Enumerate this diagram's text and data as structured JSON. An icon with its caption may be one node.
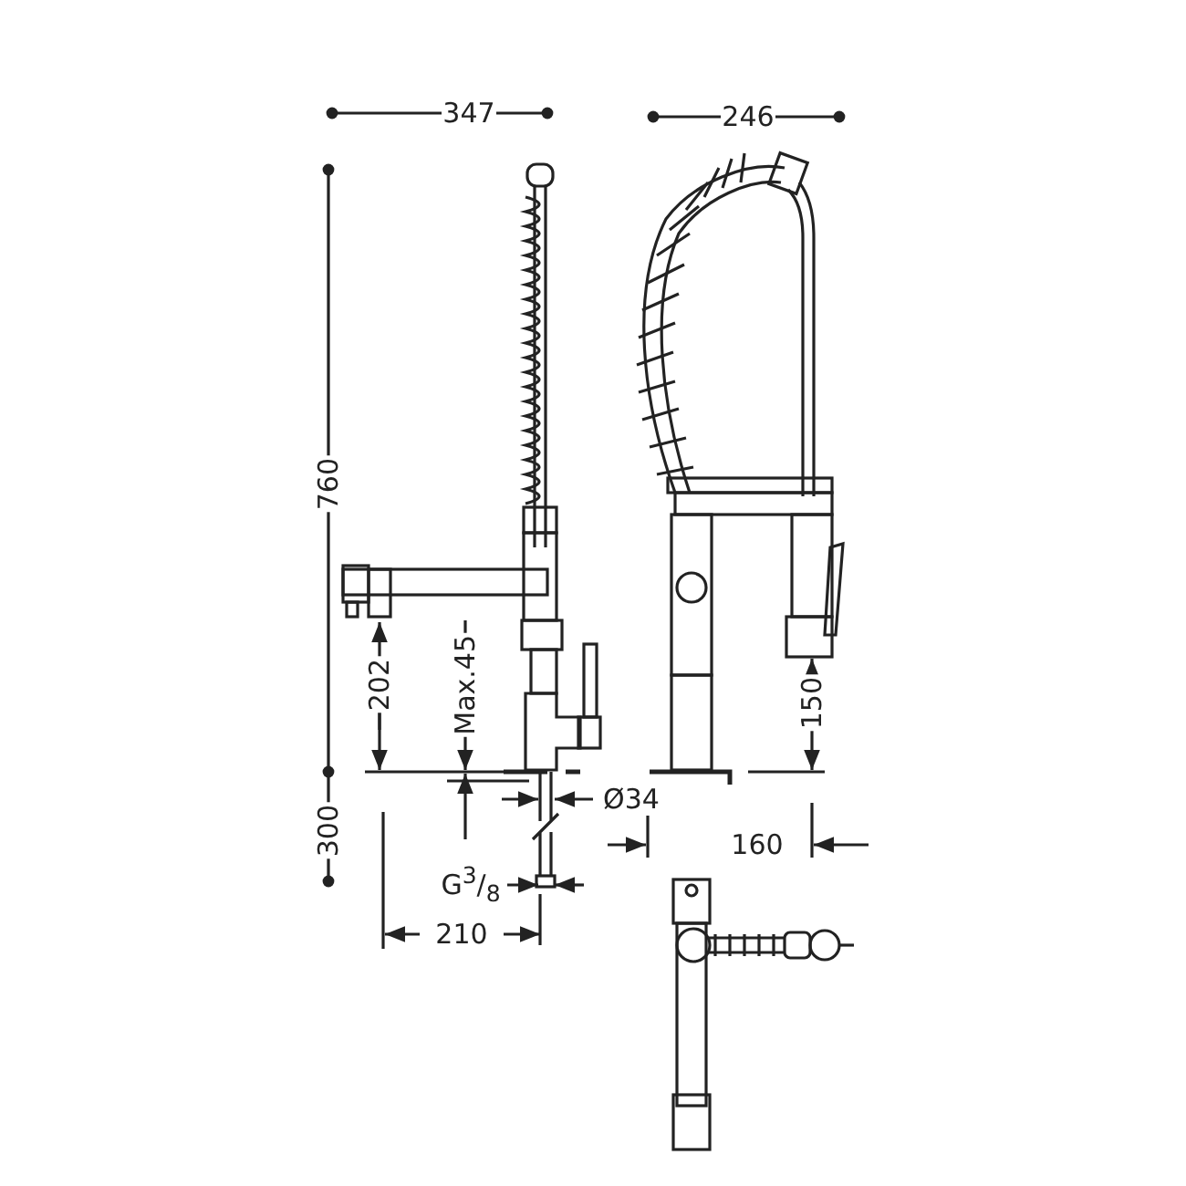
{
  "diagram": {
    "labels": [
      "347",
      "246",
      "760",
      "202",
      "Max.45",
      "150",
      "300",
      "Ø34",
      "160",
      "G$^{3}$/$_{8}$",
      "210"
    ]
  }
}
